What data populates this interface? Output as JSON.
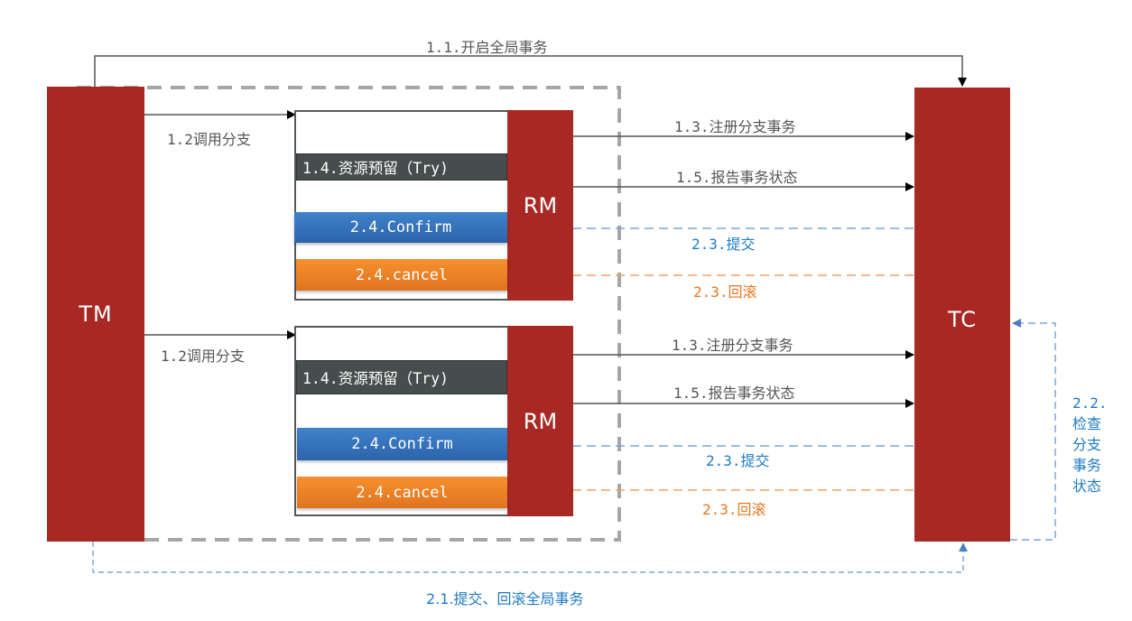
{
  "actors": {
    "tm": "TM",
    "tc": "TC",
    "rm": "RM"
  },
  "steps": {
    "begin_global": "1.1.开启全局事务",
    "call_branch": "1.2调用分支",
    "register_branch": "1.3.注册分支事务",
    "try": "1.4.资源预留（Try)",
    "report_status": "1.5.报告事务状态",
    "commit_rollback_global": "2.1.提交、回滚全局事务",
    "check_status": [
      "2.2.",
      "检查",
      "分支",
      "事务",
      "状态"
    ],
    "commit": "2.3.提交",
    "rollback": "2.3.回滚",
    "confirm": "2.4.Confirm",
    "cancel": "2.4.cancel"
  },
  "colors": {
    "actor_red": "#a82824",
    "try_gray": "#474d4d",
    "confirm_blue": "#2f6bb3",
    "cancel_orange": "#f08424",
    "blue_text": "#1f7ac4",
    "orange_text": "#e8761e",
    "dashed_blue": "#7ea6d6",
    "dashed_orange": "#f0a060",
    "boundary_gray": "#a6a6a6"
  }
}
